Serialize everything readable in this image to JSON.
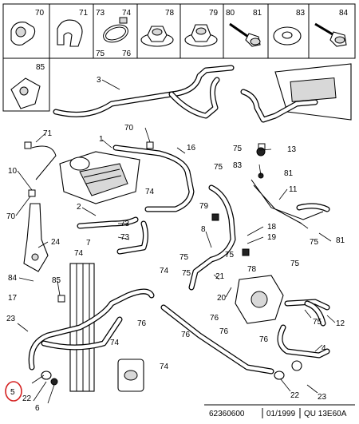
{
  "header_parts": [
    {
      "num": "70"
    },
    {
      "num": "71"
    },
    {
      "num": "73",
      "num2": "74",
      "num3": "75",
      "num4": "76"
    },
    {
      "num": "78"
    },
    {
      "num": "79"
    },
    {
      "num": "80",
      "num2": "81"
    },
    {
      "num": "83"
    },
    {
      "num": "84"
    }
  ],
  "box85": "85",
  "callouts": {
    "c1": "1",
    "c2": "2",
    "c3": "3",
    "c4": "4",
    "c5": "5",
    "c6": "6",
    "c7": "7",
    "c8": "8",
    "c10": "10",
    "c11": "11",
    "c12": "12",
    "c13": "13",
    "c16": "16",
    "c17": "17",
    "c18": "18",
    "c19": "19",
    "c20": "20",
    "c21": "21",
    "c22a": "22",
    "c22b": "22",
    "c23a": "23",
    "c23b": "23",
    "c24": "24",
    "c70a": "70",
    "c70b": "70",
    "c71": "71",
    "c73a": "73",
    "c73b": "73",
    "c74a": "74",
    "c74b": "74",
    "c74c": "74",
    "c74d": "74",
    "c75a": "75",
    "c75b": "75",
    "c75c": "75",
    "c75d": "75",
    "c75e": "75",
    "c75f": "75",
    "c75g": "75",
    "c75h": "75",
    "c76a": "76",
    "c76b": "76",
    "c76c": "76",
    "c76d": "76",
    "c76e": "76",
    "c78": "78",
    "c79": "79",
    "c81a": "81",
    "c81b": "81",
    "c83": "83",
    "c84": "84",
    "c85": "85"
  },
  "footer": {
    "ref1": "62360600",
    "date": "01/1999",
    "ref2": "QU 13E60A"
  },
  "highlight_color": "#d42020"
}
